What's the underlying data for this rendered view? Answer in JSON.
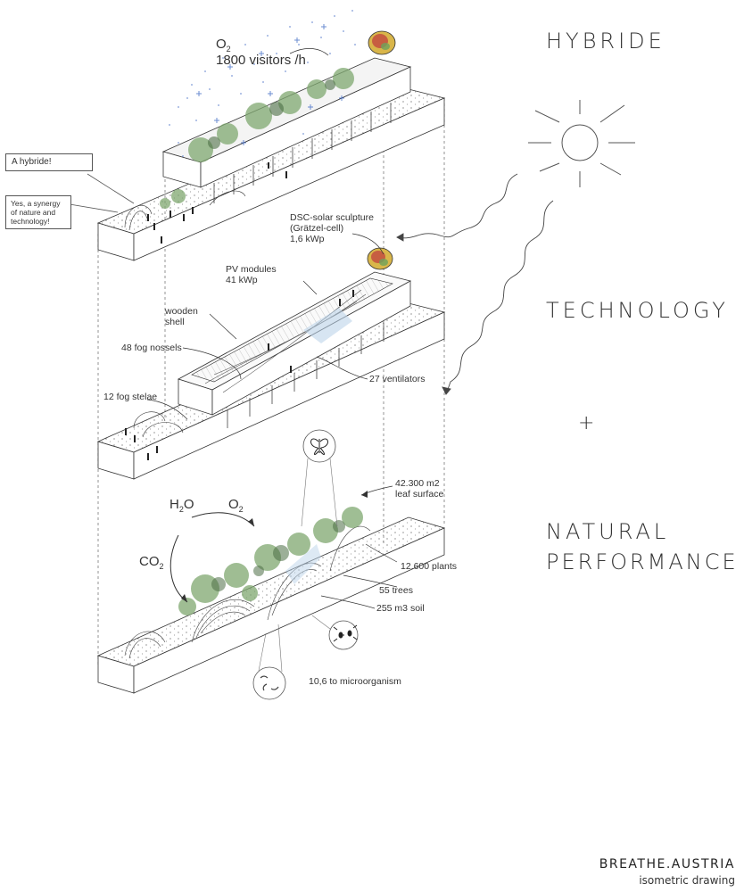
{
  "titles": {
    "hybride": "HYBRIDE",
    "technology": "TECHNOLOGY",
    "plus": "+",
    "natural": "NATURAL",
    "performance": "PERFORMANCE"
  },
  "top_layer": {
    "o2": "O",
    "o2_sub": "2",
    "visitors": "1800 visitors /h",
    "bubble_1": "A hybride!",
    "bubble_2_line1": "Yes, a synergy",
    "bubble_2_line2": "of nature and",
    "bubble_2_line3": "technology!"
  },
  "tech_layer": {
    "dsc_line1": "DSC-solar sculpture",
    "dsc_line2": "(Grätzel-cell)",
    "dsc_line3": "1,6 kWp",
    "pv_line1": "PV modules",
    "pv_line2": "41 kWp",
    "shell_line1": "wooden",
    "shell_line2": "shell",
    "fog_nossels": "48 fog nossels",
    "fog_stelae": "12 fog stelae",
    "ventilators": "27 ventilators"
  },
  "nature_layer": {
    "h2o_h": "H",
    "h2o_sub": "2",
    "h2o_o": "O",
    "o2": "O",
    "o2_sub": "2",
    "co2": "CO",
    "co2_sub": "2",
    "leaf_line1": "42.300 m2",
    "leaf_line2": "leaf surface",
    "plants": "12.600 plants",
    "trees": "55 trees",
    "soil": "255 m3 soil",
    "micro": "10,6 to microorganism"
  },
  "footer": {
    "brand": "BREATHE.AUSTRIA",
    "caption": "isometric drawing"
  },
  "colors": {
    "line": "#333333",
    "soil_dots": "#555555",
    "plant_green": "#7fa870",
    "plant_dark": "#4c6e45",
    "sky_blue": "#3a66c4",
    "solar_red": "#c2493e",
    "solar_yellow": "#d9b64a",
    "solar_green": "#6ea35b"
  }
}
